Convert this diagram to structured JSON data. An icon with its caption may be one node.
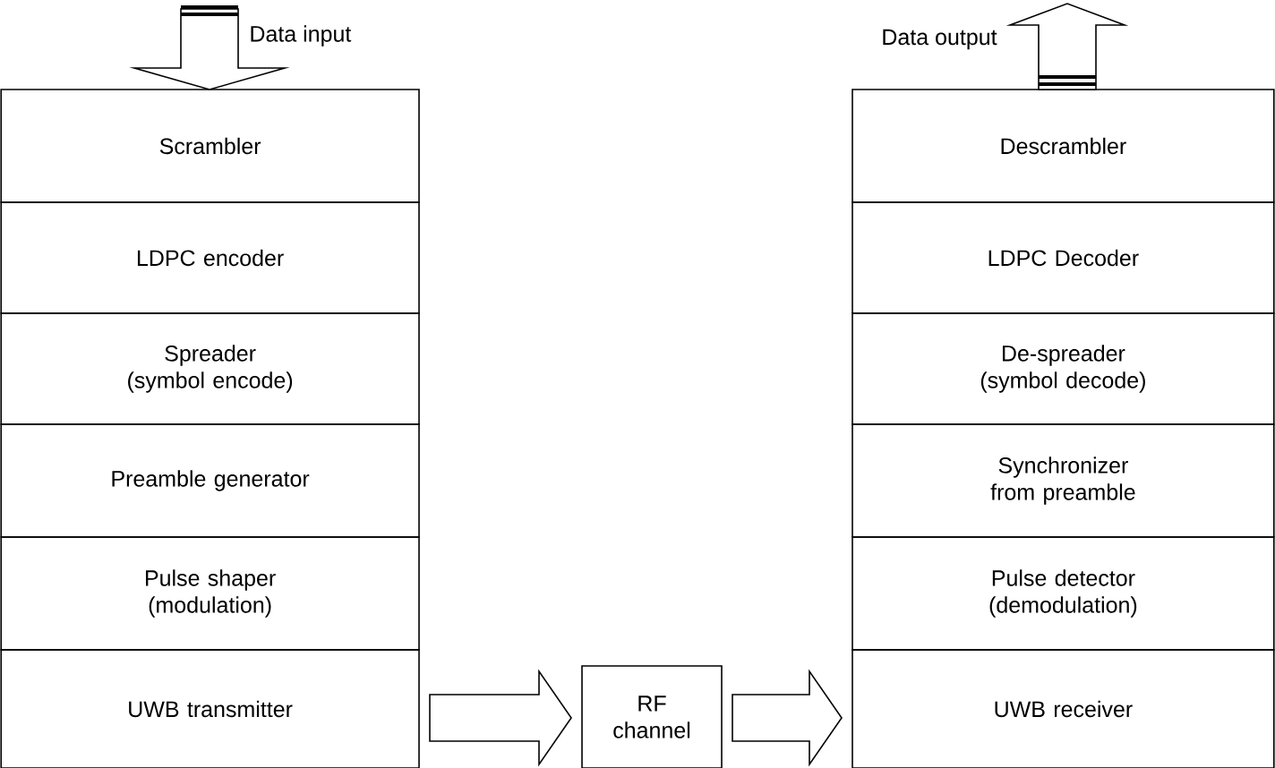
{
  "diagram": {
    "nodes": [
      {
        "text": [
          "Scrambler"
        ]
      },
      {
        "text": [
          "LDPC encoder"
        ]
      },
      {
        "text": [
          "Spreader (symbol encode)"
        ]
      },
      {
        "text": [
          "Preamble generator"
        ]
      },
      {
        "text": [
          "Pulse shaper (modulation)"
        ]
      },
      {
        "text": [
          "UWB transmitter"
        ]
      },
      {
        "text": [
          "RF channel"
        ]
      },
      {
        "text": [
          "Descrambler"
        ]
      },
      {
        "text": [
          "LDPC Decoder"
        ]
      },
      {
        "text": [
          "De-spreader (symbol decode)"
        ]
      },
      {
        "text": [
          "Synchronizer from preamble"
        ]
      },
      {
        "text": [
          "Pulse detector (demodulation)"
        ]
      },
      {
        "text": [
          "UWB receiver"
        ]
      }
    ],
    "edges": [
      {
        "from": null,
        "to": 0,
        "arrow": "to",
        "label": "Data input"
      },
      {
        "from": 5,
        "to": 6,
        "arrow": "to"
      },
      {
        "from": 6,
        "to": 12,
        "arrow": "to"
      },
      {
        "from": 7,
        "to": null,
        "arrow": "to",
        "label": "Data output"
      }
    ]
  }
}
